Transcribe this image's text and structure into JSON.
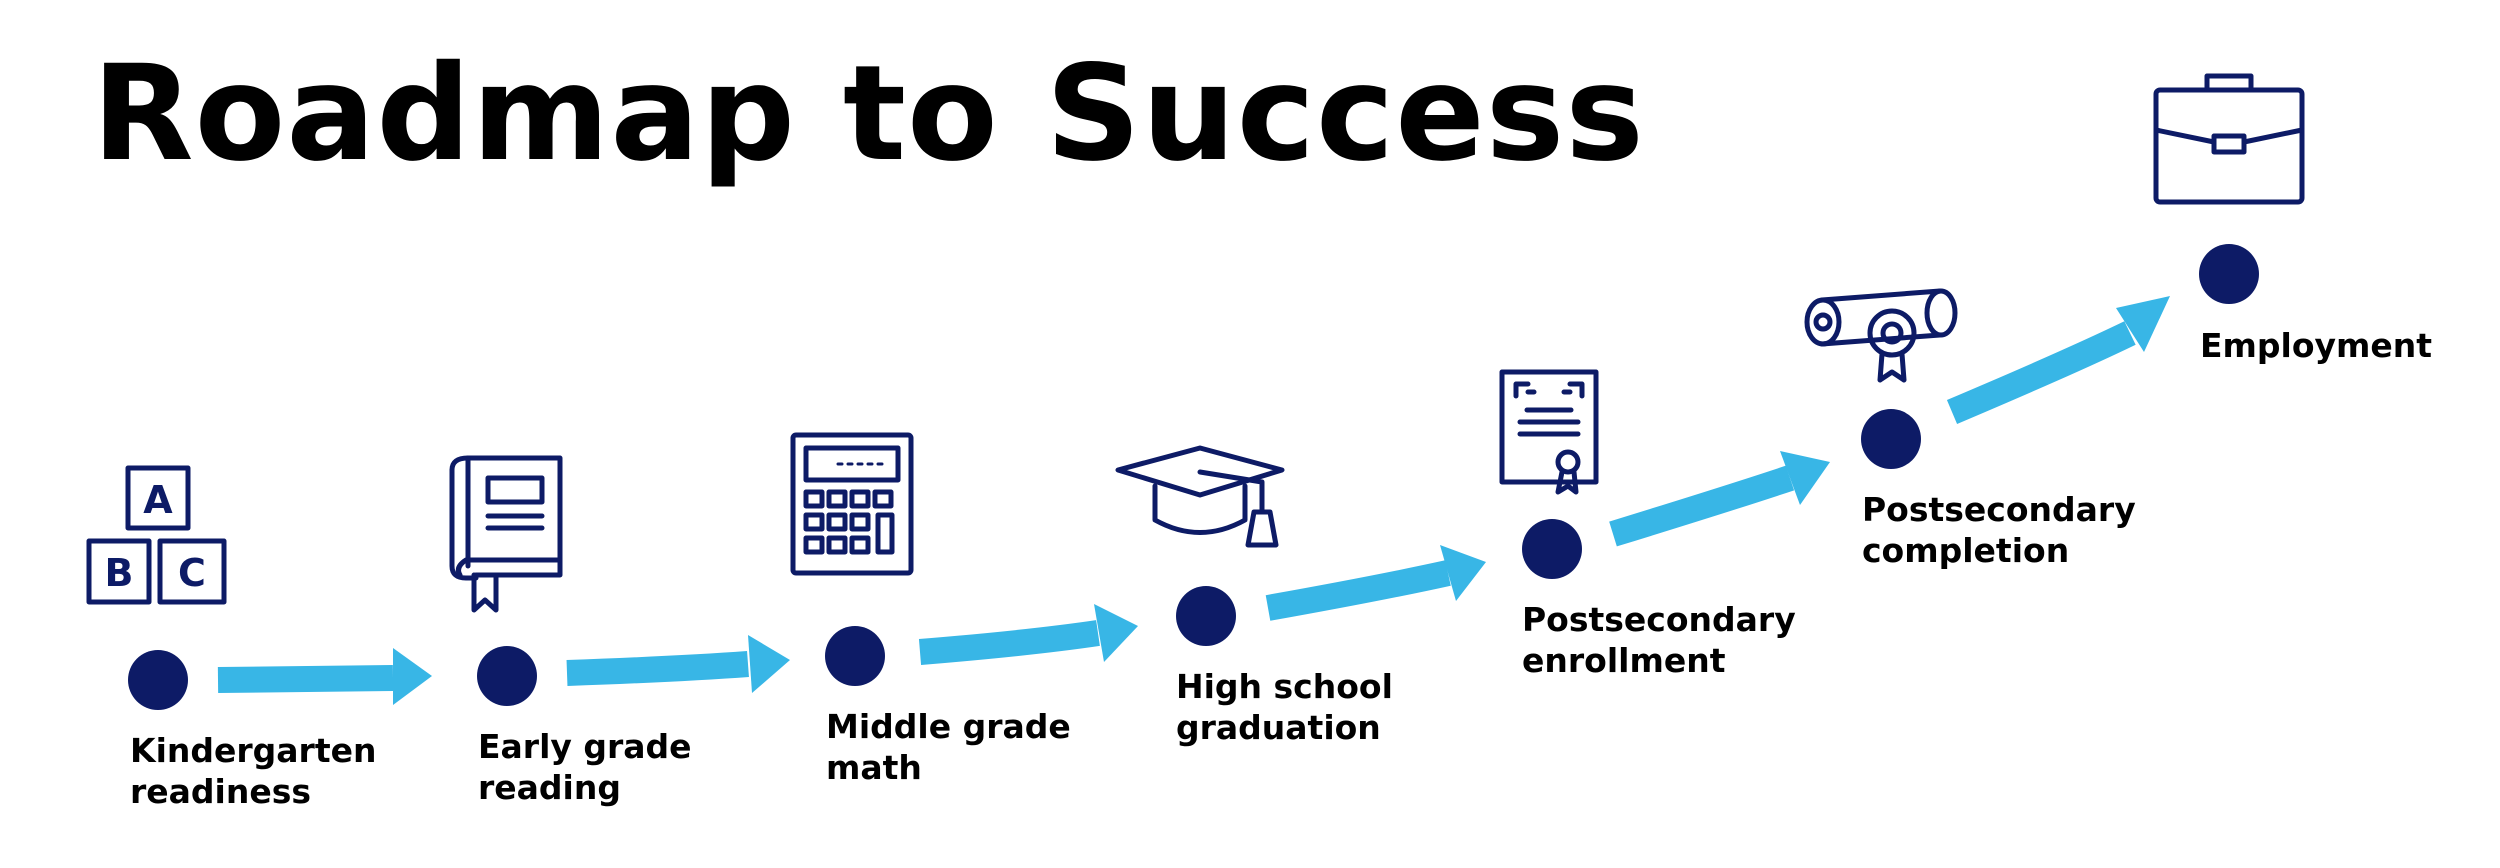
{
  "title": "Roadmap to Success",
  "colors": {
    "dot": "#0d1b66",
    "arrow": "#38b6e6",
    "icon": "#0d1b66",
    "text": "#000000"
  },
  "steps": [
    {
      "label": "Kindergarten\nreadiness",
      "icon": "abc-blocks-icon"
    },
    {
      "label": "Early grade\nreading",
      "icon": "book-icon"
    },
    {
      "label": "Middle grade\nmath",
      "icon": "calculator-icon"
    },
    {
      "label": "High school\ngraduation",
      "icon": "graduation-cap-icon"
    },
    {
      "label": "Postsecondary\nenrollment",
      "icon": "certificate-icon"
    },
    {
      "label": "Postsecondary\ncompletion",
      "icon": "diploma-scroll-icon"
    },
    {
      "label": "Employment",
      "icon": "briefcase-icon"
    }
  ]
}
